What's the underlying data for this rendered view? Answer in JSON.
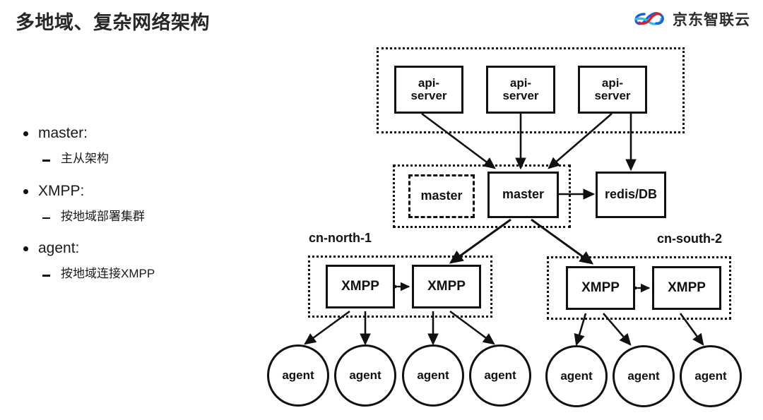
{
  "header": {
    "title": "多地域、复杂网络架构",
    "brand_text": "京东智联云",
    "brand_icon": "jd-cloud-infinity-logo",
    "brand_colors": {
      "blue": "#1b5fe0",
      "cyan": "#2bbfe0",
      "red": "#e02020",
      "purple": "#6a3fd1"
    }
  },
  "bullets": [
    {
      "level1": "master:",
      "level2": "主从架构"
    },
    {
      "level1": "XMPP:",
      "level2": "按地域部署集群"
    },
    {
      "level1": "agent:",
      "level2": "按地域连接XMPP"
    }
  ],
  "diagram": {
    "groups": [
      {
        "name": "api-server-zone",
        "label": ""
      },
      {
        "name": "master-zone",
        "label": ""
      },
      {
        "name": "cn-north-1-zone",
        "label": "cn-north-1"
      },
      {
        "name": "cn-south-2-zone",
        "label": "cn-south-2"
      }
    ],
    "api_servers": [
      {
        "line1": "api-",
        "line2": "server"
      },
      {
        "line1": "api-",
        "line2": "server"
      },
      {
        "line1": "api-",
        "line2": "server"
      }
    ],
    "masters": [
      {
        "label": "master",
        "style": "dashed"
      },
      {
        "label": "master",
        "style": "solid"
      }
    ],
    "store": {
      "label": "redis/DB"
    },
    "xmpp_north": [
      {
        "label": "XMPP"
      },
      {
        "label": "XMPP"
      }
    ],
    "xmpp_south": [
      {
        "label": "XMPP"
      },
      {
        "label": "XMPP"
      }
    ],
    "agents_north": [
      {
        "label": "agent"
      },
      {
        "label": "agent"
      },
      {
        "label": "agent"
      },
      {
        "label": "agent"
      }
    ],
    "agents_south": [
      {
        "label": "agent"
      },
      {
        "label": "agent"
      },
      {
        "label": "agent"
      }
    ]
  }
}
